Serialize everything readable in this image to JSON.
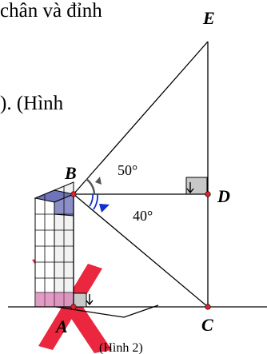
{
  "text_fragments": {
    "top": "chân và đỉnh",
    "middle": "). (Hình"
  },
  "points": {
    "A": "A",
    "B": "B",
    "C": "C",
    "D": "D",
    "E": "E"
  },
  "angles": {
    "upper": "50°",
    "lower": "40°"
  },
  "caption": "(Hình 2)",
  "colors": {
    "line": "#000000",
    "point": "#e0202a",
    "angle_upper_arc": "#555555",
    "angle_lower_arc": "#1030d0",
    "building_front": "#f2f2f2",
    "building_side": "#8a8fc8",
    "building_top": "#6f73b8",
    "right_angle_fill": "#c8c8c8",
    "watermark": "#e8102a"
  }
}
